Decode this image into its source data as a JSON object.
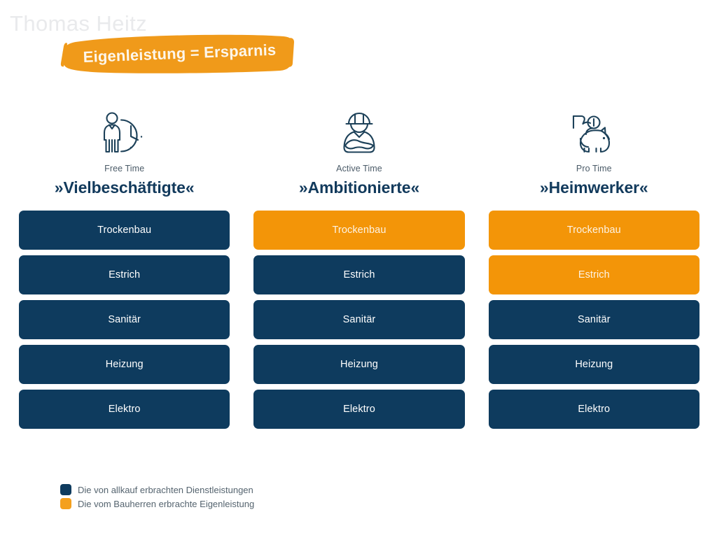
{
  "watermark": "Thomas Heitz",
  "banner": {
    "text": "Eigenleistung = Ersparnis",
    "color": "#f09a1a"
  },
  "colors": {
    "navy": "#0e3b5e",
    "orange": "#f39508",
    "subtitle": "#4b5b68",
    "watermark": "#e9eaec"
  },
  "columns": [
    {
      "icon": "person-clock-icon",
      "subtitle": "Free Time",
      "title": "»Vielbeschäftigte«",
      "bars": [
        {
          "label": "Trockenbau",
          "type": "navy"
        },
        {
          "label": "Estrich",
          "type": "navy"
        },
        {
          "label": "Sanitär",
          "type": "navy"
        },
        {
          "label": "Heizung",
          "type": "navy"
        },
        {
          "label": "Elektro",
          "type": "navy"
        }
      ]
    },
    {
      "icon": "construction-worker-icon",
      "subtitle": "Active Time",
      "title": "»Ambitionierte«",
      "bars": [
        {
          "label": "Trockenbau",
          "type": "orange"
        },
        {
          "label": "Estrich",
          "type": "navy"
        },
        {
          "label": "Sanitär",
          "type": "navy"
        },
        {
          "label": "Heizung",
          "type": "navy"
        },
        {
          "label": "Elektro",
          "type": "navy"
        }
      ]
    },
    {
      "icon": "piggy-bank-icon",
      "subtitle": "Pro Time",
      "title": "»Heimwerker«",
      "bars": [
        {
          "label": "Trockenbau",
          "type": "orange"
        },
        {
          "label": "Estrich",
          "type": "orange"
        },
        {
          "label": "Sanitär",
          "type": "navy"
        },
        {
          "label": "Heizung",
          "type": "navy"
        },
        {
          "label": "Elektro",
          "type": "navy"
        }
      ]
    }
  ],
  "legend": [
    {
      "swatch": "navy",
      "label": "Die von allkauf erbrachten Dienstleistungen"
    },
    {
      "swatch": "orange",
      "label": "Die vom Bauherren erbrachte Eigenleistung"
    }
  ]
}
